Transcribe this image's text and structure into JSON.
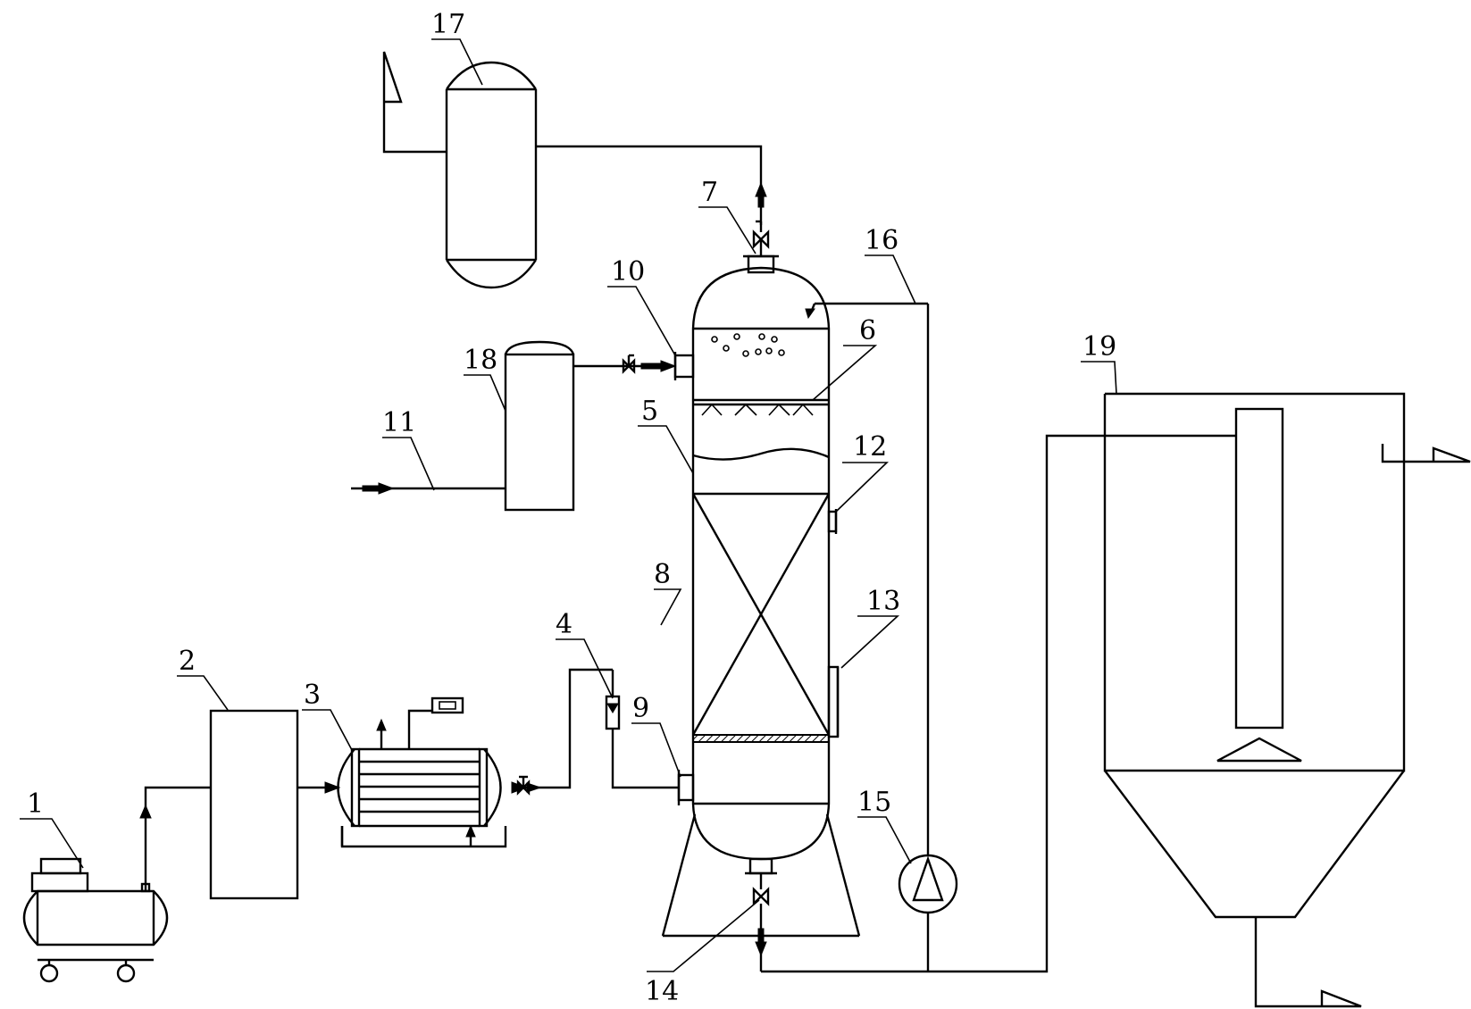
{
  "labels": [
    "1",
    "2",
    "3",
    "4",
    "5",
    "6",
    "7",
    "8",
    "9",
    "10",
    "11",
    "12",
    "13",
    "14",
    "15",
    "16",
    "17",
    "18",
    "19"
  ],
  "colors": {
    "stroke": "#000000",
    "background": "#ffffff"
  }
}
